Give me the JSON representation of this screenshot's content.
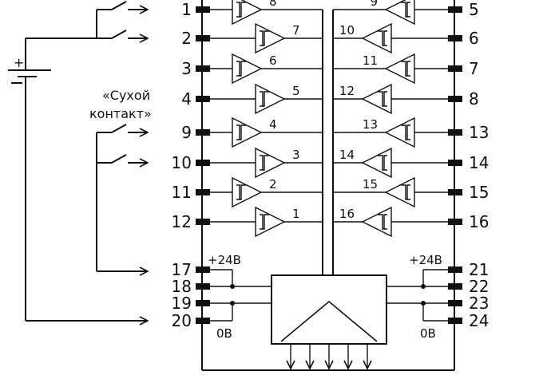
{
  "labels": {
    "dry_contact_line1": "«Сухой",
    "dry_contact_line2": "контакт»",
    "left_plus24": "+24В",
    "right_plus24": "+24В",
    "left_zero": "0В",
    "right_zero": "0В",
    "battery_plus": "+"
  },
  "left_pins": [
    {
      "label": "1",
      "channel": "8"
    },
    {
      "label": "2",
      "channel": "7"
    },
    {
      "label": "3",
      "channel": "6"
    },
    {
      "label": "4",
      "channel": "5"
    },
    {
      "label": "9",
      "channel": "4"
    },
    {
      "label": "10",
      "channel": "3"
    },
    {
      "label": "11",
      "channel": "2"
    },
    {
      "label": "12",
      "channel": "1"
    }
  ],
  "right_pins": [
    {
      "label": "5",
      "channel": "9"
    },
    {
      "label": "6",
      "channel": "10"
    },
    {
      "label": "7",
      "channel": "11"
    },
    {
      "label": "8",
      "channel": "12"
    },
    {
      "label": "13",
      "channel": "13"
    },
    {
      "label": "14",
      "channel": "14"
    },
    {
      "label": "15",
      "channel": "15"
    },
    {
      "label": "16",
      "channel": "16"
    }
  ],
  "left_power_pins": [
    "17",
    "18",
    "19",
    "20"
  ],
  "right_power_pins": [
    "21",
    "22",
    "23",
    "24"
  ]
}
